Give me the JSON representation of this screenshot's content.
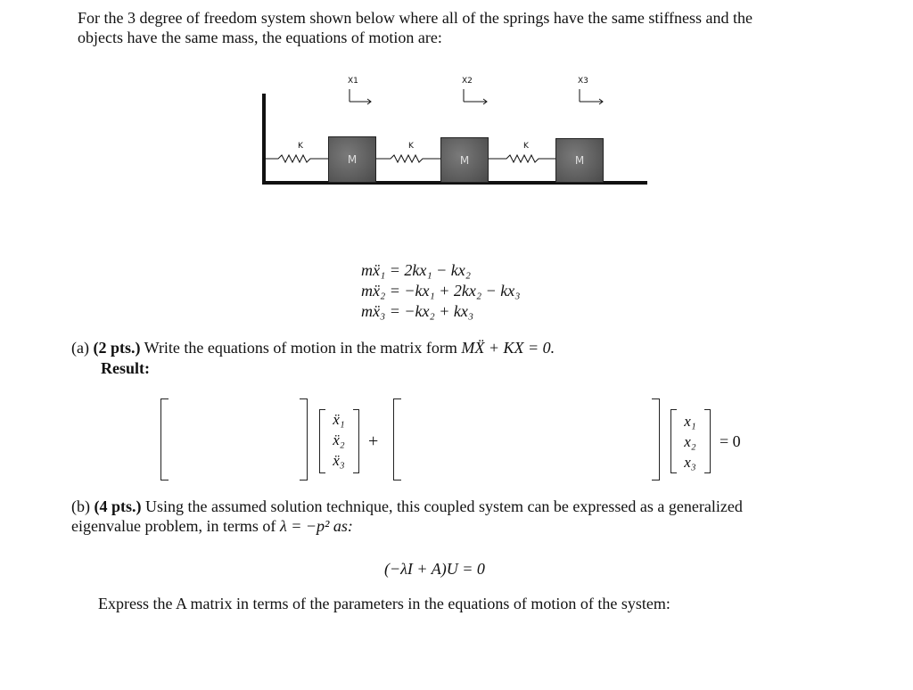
{
  "intro": {
    "line1": "For the 3 degree of freedom system shown below where all of the springs have the same stiffness and the",
    "line2": "objects have the same mass, the equations of motion are:"
  },
  "diagram": {
    "coordinates": [
      "X1",
      "X2",
      "X3"
    ],
    "spring_label": "K",
    "mass_label": "M",
    "springs": [
      "K",
      "K",
      "K"
    ],
    "masses": [
      "M",
      "M",
      "M"
    ]
  },
  "equations": [
    {
      "lhs": "mẍ₁",
      "rhs": "= 2kx₁ − kx₂"
    },
    {
      "lhs": "mẍ₂",
      "rhs": "= −kx₁ + 2kx₂ − kx₃"
    },
    {
      "lhs": "mẍ₃",
      "rhs": "= −kx₂ + kx₃"
    }
  ],
  "part_a": {
    "label": "(a)",
    "points": "(2 pts.)",
    "text": "Write the equations of motion in the matrix form",
    "formula": "MẌ + KX = 0.",
    "result_label": "Result:",
    "accel_vector": [
      "ẍ₁",
      "ẍ₂",
      "ẍ₃"
    ],
    "disp_vector": [
      "x₁",
      "x₂",
      "x₃"
    ],
    "plus": "+",
    "equals_zero": "= 0"
  },
  "part_b": {
    "label": "(b)",
    "points": "(4 pts.)",
    "line1": "Using the assumed solution technique, this coupled system can be expressed as a generalized",
    "line2_prefix": "eigenvalue problem, in terms of",
    "lambda_def": "λ = −p² as:",
    "eigen_equation": "(−λI + A)U = 0",
    "instruction": "Express the A matrix in terms of the parameters in the equations of motion of the system:"
  }
}
